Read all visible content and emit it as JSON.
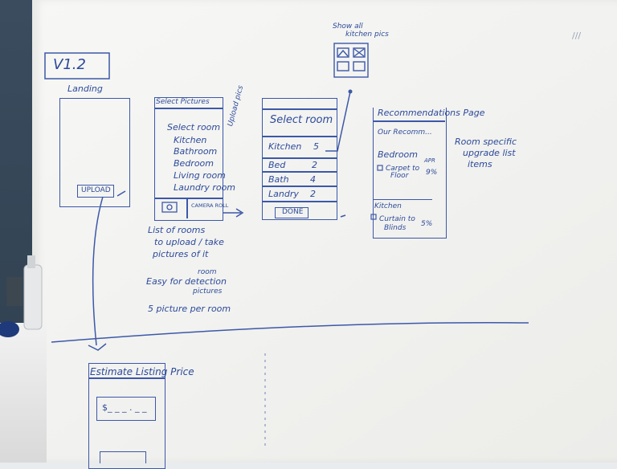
{
  "version": "V1.2",
  "corner_note": "///",
  "landing": {
    "title": "Landing",
    "upload_button": "UPLOAD"
  },
  "select_pictures": {
    "header": "Select Pictures",
    "subtitle": "Select room",
    "rooms": [
      "Kitchen",
      "Bathroom",
      "Bedroom",
      "Living room",
      "Laundry room"
    ],
    "side_note": "Upload pics",
    "camera_button": "CAMERA ROLL"
  },
  "select_rooms": {
    "header": "Select room",
    "rows": [
      {
        "name": "Kitchen",
        "count": "5"
      },
      {
        "name": "Bed",
        "count": "2"
      },
      {
        "name": "Bath",
        "count": "4"
      },
      {
        "name": "Landry",
        "count": "2"
      }
    ],
    "done_button": "DONE"
  },
  "show_all": {
    "line1": "Show all",
    "line2": "kitchen pics"
  },
  "recommendations": {
    "header": "Recommendations Page",
    "intro": "Our Recomm...",
    "bedroom_label": "Bedroom",
    "apr_label": "APR",
    "bedroom_item_1": "Carpet to",
    "bedroom_item_2": "Floor",
    "bedroom_pct": "9%",
    "kitchen_label": "Kitchen",
    "kitchen_item_1": "Curtain to",
    "kitchen_item_2": "Blinds",
    "kitchen_pct": "5%"
  },
  "room_note": {
    "line1": "Room specific",
    "line2": "upgrade list",
    "line3": "items"
  },
  "notes": {
    "note1_line1": "List of rooms",
    "note1_line2": "to upload / take",
    "note1_line3": "pictures of it",
    "note2_room": "room",
    "note2_line1": "Easy for detection",
    "note2_line2": "pictures",
    "note3": "5 picture per room"
  },
  "estimate": {
    "header": "Estimate Listing Price",
    "price_field": "$_ _ _ . _ _"
  }
}
